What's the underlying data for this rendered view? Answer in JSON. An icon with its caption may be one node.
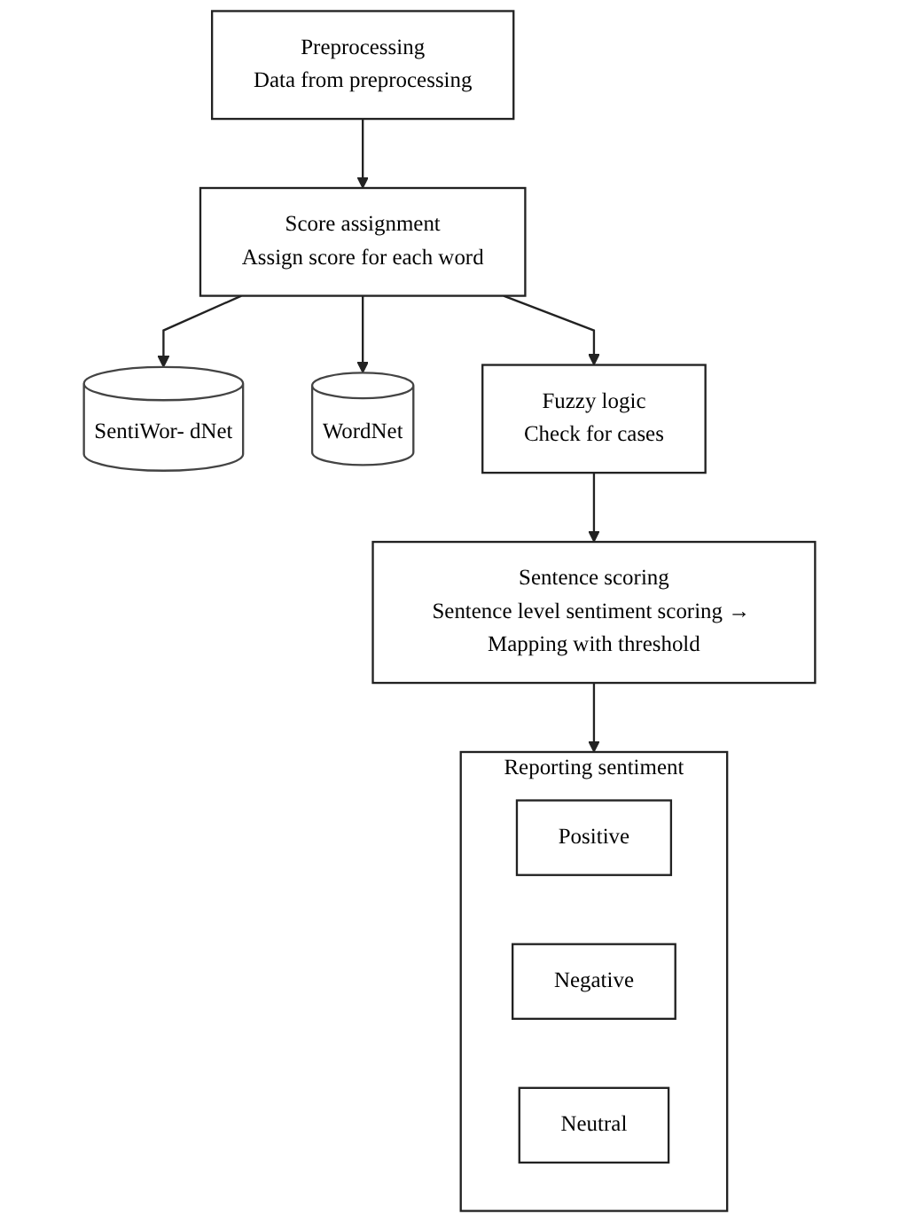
{
  "diagram": {
    "nodes": [
      {
        "text": [
          "Preprocessing",
          "Data from preprocessing"
        ]
      },
      {
        "text": [
          "SentiWor- dNet"
        ]
      },
      {
        "text": [
          "Score assignment",
          "Assign score for each word"
        ]
      },
      {
        "text": [
          "WordNet"
        ]
      },
      {
        "text": [
          "Fuzzy logic",
          "Check for cases"
        ]
      },
      {
        "text": [
          "Sentence scoring",
          "Sentence level sentiment scoring → Mapping with threshold"
        ]
      },
      {
        "text": [
          "Reporting sentiment"
        ]
      },
      {
        "text": [
          "Positive"
        ],
        "in": 6
      },
      {
        "text": [
          "Negative"
        ],
        "in": 6
      },
      {
        "text": [
          "Neutral"
        ],
        "in": 6
      }
    ],
    "edges": [
      {
        "from": 0,
        "to": 2,
        "arrow": "to"
      },
      {
        "from": 2,
        "to": 1,
        "arrow": "to"
      },
      {
        "from": 2,
        "to": 3,
        "arrow": "to"
      },
      {
        "from": 2,
        "to": 4,
        "arrow": "to"
      },
      {
        "from": 4,
        "to": 5,
        "arrow": "to"
      },
      {
        "from": 5,
        "to": 6,
        "arrow": "to"
      }
    ]
  }
}
